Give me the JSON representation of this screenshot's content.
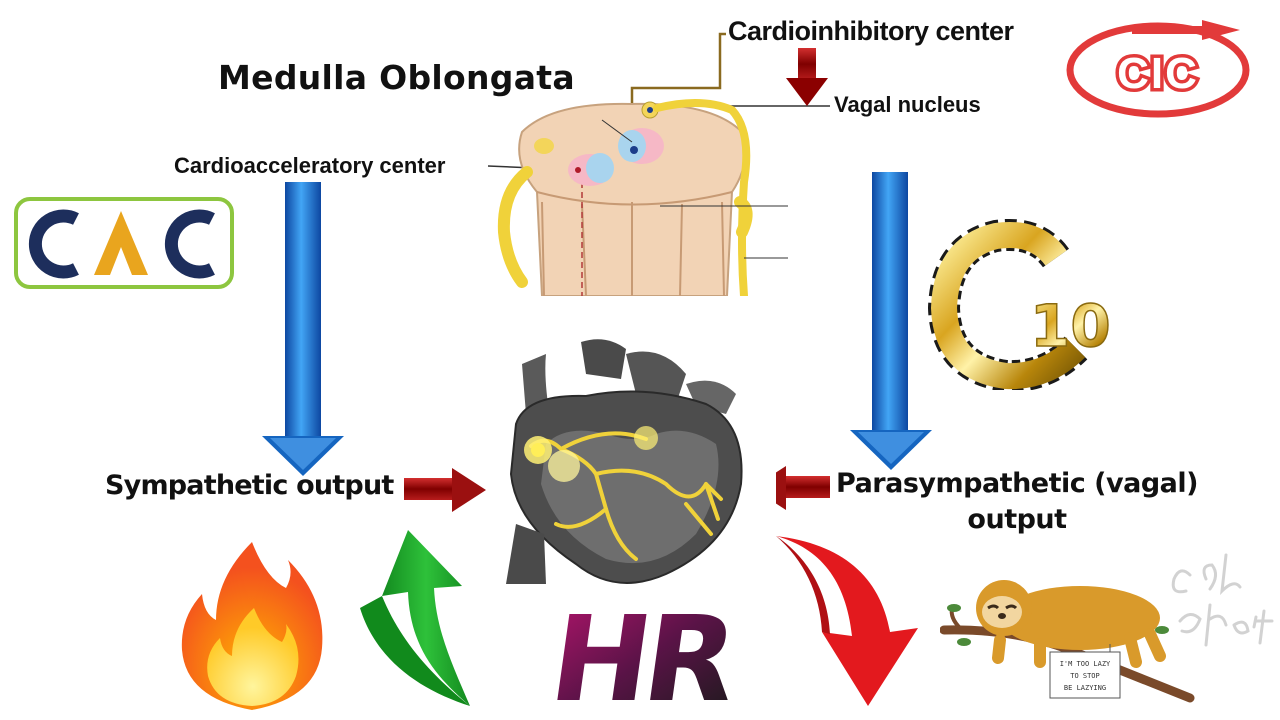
{
  "title": "Medulla Oblongata",
  "labels": {
    "cardioinhibitory_center": "Cardioinhibitory center",
    "vagal_nucleus": "Vagal nucleus",
    "cardioacceleratory_center": "Cardioacceleratory center",
    "sympathetic_output": "Sympathetic output",
    "parasympathetic_output": "Parasympathetic (vagal) output"
  },
  "logos": {
    "cac": "CAC",
    "cic": "CIC",
    "c10": "C10",
    "hr": "HR"
  },
  "sloth_sign": [
    "I'M TOO LAZY",
    "TO STOP",
    "BE LAZYING"
  ],
  "colors": {
    "blue_arrow": "#1565c0",
    "dark_red_arrow": "#9b1010",
    "green_arrow": "#1fa52a",
    "red_arrow": "#e3191e",
    "cac_navy": "#1d2e5c",
    "cac_gold": "#e9a51e",
    "cac_border": "#8dc63f",
    "cic_red": "#e23a3a",
    "hr_purple": "#7b1a5a",
    "nerve_yellow": "#f0d23a"
  }
}
